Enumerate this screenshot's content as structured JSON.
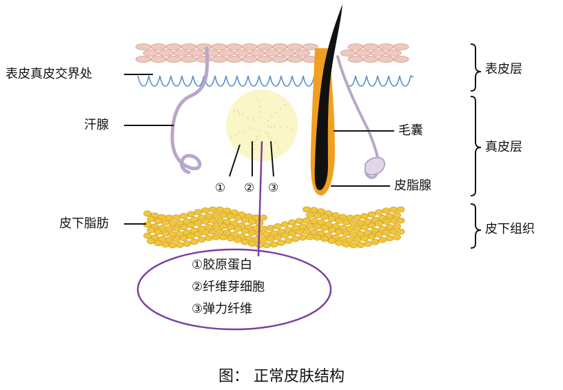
{
  "labels": {
    "dej": "表皮真皮交界处",
    "sweat": "汗腺",
    "fat": "皮下脂肪",
    "follicle": "毛囊",
    "sebaceous": "皮脂腺"
  },
  "layers": {
    "epidermis": "表皮层",
    "dermis": "真皮层",
    "subcutis": "皮下组织"
  },
  "markers": [
    "①",
    "②",
    "③"
  ],
  "legend": [
    "①胶原蛋白",
    "②纤维芽细胞",
    "③弹力纤维"
  ],
  "caption": "图： 正常皮肤结构",
  "colors": {
    "epidermis_cells": "#efc9be",
    "fat_cells": "#f2c63c",
    "junction_wave": "#5b8fc9",
    "gland": "#b8a7c8",
    "hair": "#111111",
    "sheath": "#f0a020",
    "legend_ellipse": "#7a3fa0"
  }
}
